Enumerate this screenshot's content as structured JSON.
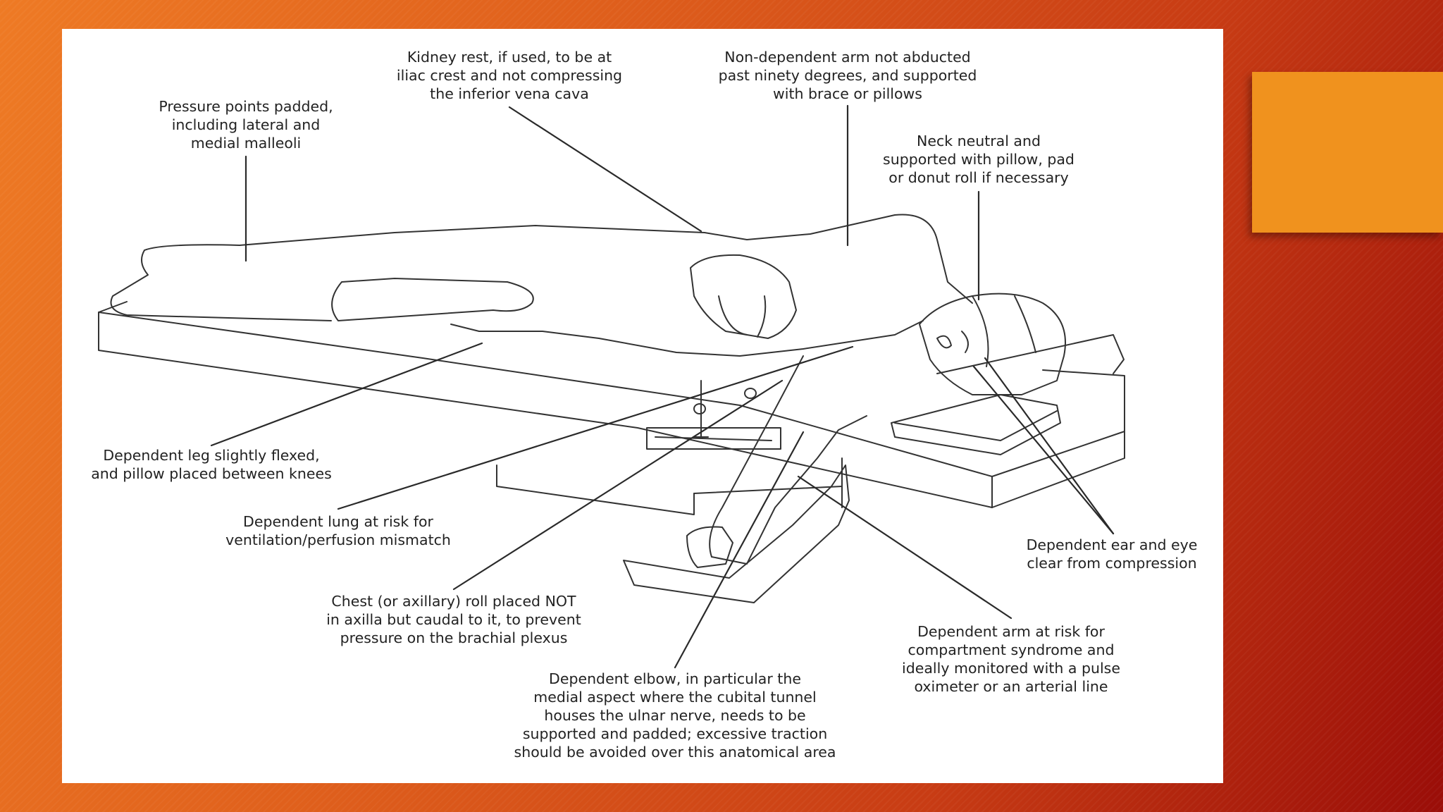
{
  "slide": {
    "accent_color": "#f0921e",
    "background_from": "#ee7a24",
    "background_to": "#9a0d08"
  },
  "annotations": {
    "pressure_points": "Pressure points padded,\nincluding lateral and\nmedial malleoli",
    "kidney_rest": "Kidney rest, if used, to be at\niliac crest and not compressing\nthe inferior vena cava",
    "nondependent_arm": "Non-dependent arm not abducted\npast ninety degrees, and supported\nwith brace or pillows",
    "neck_neutral": "Neck neutral and\nsupported with pillow, pad\nor donut roll if necessary",
    "dependent_leg": "Dependent leg slightly flexed,\nand pillow placed between knees",
    "dependent_lung": "Dependent lung at risk for\nventilation/perfusion mismatch",
    "chest_roll": "Chest (or axillary) roll placed NOT\nin axilla but caudal to it, to prevent\npressure on the brachial plexus",
    "dependent_elbow": "Dependent elbow, in particular the\nmedial aspect where the cubital tunnel\nhouses the ulnar nerve, needs to be\nsupported and padded; excessive traction\nshould be avoided over this anatomical area",
    "dependent_arm": "Dependent arm at risk for\ncompartment syndrome and\nideally monitored with a pulse\noximeter or an arterial line",
    "ear_eye": "Dependent ear and eye\nclear from compression"
  }
}
